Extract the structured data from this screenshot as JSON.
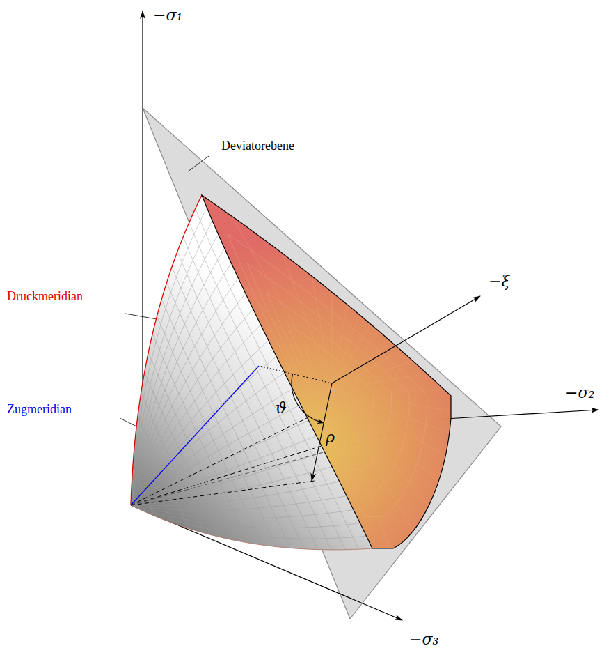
{
  "diagram": {
    "labels": [
      "−σ₁",
      "Deviatorebene",
      "−ξ",
      "Druckmeridian",
      "−σ₂",
      "Zugmeridian",
      "ϑ",
      "ρ",
      "−σ₃"
    ]
  }
}
